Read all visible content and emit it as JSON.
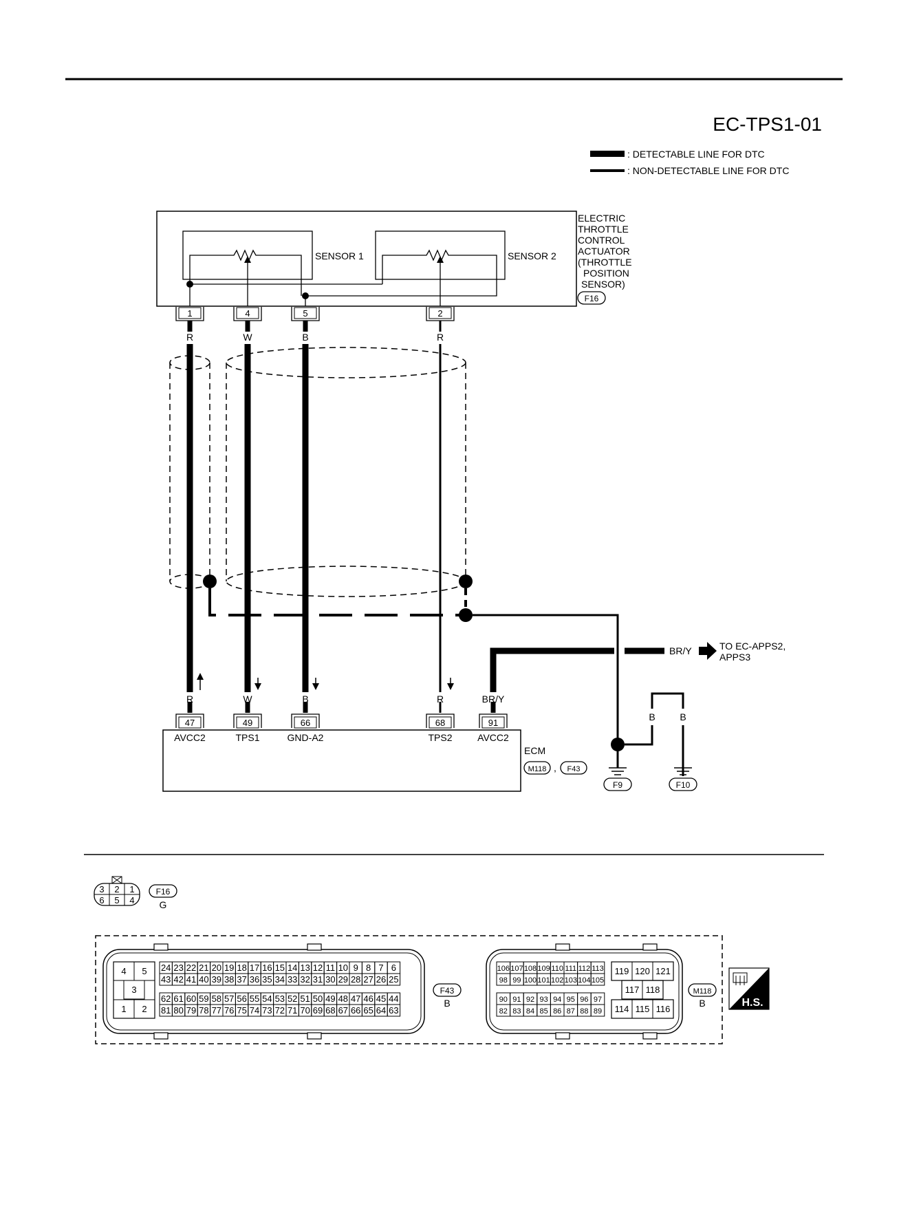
{
  "diagram_code": "EC-TPS1-01",
  "legend": {
    "detectable": ": DETECTABLE LINE FOR DTC",
    "non_detectable": ": NON-DETECTABLE LINE FOR DTC"
  },
  "actuator": {
    "lines": [
      "ELECTRIC",
      "THROTTLE",
      "CONTROL",
      "ACTUATOR",
      "(THROTTLE",
      "POSITION",
      "SENSOR)"
    ],
    "connector": "F16",
    "sensor1": "SENSOR 1",
    "sensor2": "SENSOR 2",
    "pins": [
      "1",
      "4",
      "5",
      "2"
    ]
  },
  "wire_colors_top": [
    "R",
    "W",
    "B",
    "R"
  ],
  "wire_colors_bottom": [
    "R",
    "W",
    "B",
    "R",
    "BR/Y"
  ],
  "ecm": {
    "label": "ECM",
    "connectors": [
      "M118",
      "F43"
    ],
    "comma": ",",
    "pins": [
      "47",
      "49",
      "66",
      "68",
      "91"
    ],
    "pin_names": [
      "AVCC2",
      "TPS1",
      "GND-A2",
      "TPS2",
      "AVCC2"
    ]
  },
  "branch": {
    "color": "BR/Y",
    "to_lines": [
      "TO EC-APPS2,",
      "APPS3"
    ]
  },
  "grounds": {
    "color_a": "B",
    "color_b": "B",
    "f9": "F9",
    "f10": "F10"
  },
  "f16_connector": {
    "label": "F16",
    "color": "G",
    "top_row": [
      "3",
      "2",
      "1"
    ],
    "bottom_row": [
      "6",
      "5",
      "4"
    ]
  },
  "f43_connector": {
    "label": "F43",
    "color": "B",
    "block_pins": [
      "4",
      "5",
      "3",
      "1",
      "2"
    ],
    "row1": [
      "24",
      "23",
      "22",
      "21",
      "20",
      "19",
      "18",
      "17",
      "16",
      "15",
      "14",
      "13",
      "12",
      "11",
      "10",
      "9",
      "8",
      "7",
      "6"
    ],
    "row2": [
      "43",
      "42",
      "41",
      "40",
      "39",
      "38",
      "37",
      "36",
      "35",
      "34",
      "33",
      "32",
      "31",
      "30",
      "29",
      "28",
      "27",
      "26",
      "25"
    ],
    "row3": [
      "62",
      "61",
      "60",
      "59",
      "58",
      "57",
      "56",
      "55",
      "54",
      "53",
      "52",
      "51",
      "50",
      "49",
      "48",
      "47",
      "46",
      "45",
      "44"
    ],
    "row4": [
      "81",
      "80",
      "79",
      "78",
      "77",
      "76",
      "75",
      "74",
      "73",
      "72",
      "71",
      "70",
      "69",
      "68",
      "67",
      "66",
      "65",
      "64",
      "63"
    ]
  },
  "m118_connector": {
    "label": "M118",
    "color": "B",
    "row1": [
      "106",
      "107",
      "108",
      "109",
      "110",
      "111",
      "112",
      "113"
    ],
    "row2": [
      "98",
      "99",
      "100",
      "101",
      "102",
      "103",
      "104",
      "105"
    ],
    "row3": [
      "90",
      "91",
      "92",
      "93",
      "94",
      "95",
      "96",
      "97"
    ],
    "row4": [
      "82",
      "83",
      "84",
      "85",
      "86",
      "87",
      "88",
      "89"
    ],
    "block_top": [
      "119",
      "120",
      "121"
    ],
    "block_mid": [
      "117",
      "118"
    ],
    "block_bot": [
      "114",
      "115",
      "116"
    ]
  },
  "hs_badge": "H.S."
}
